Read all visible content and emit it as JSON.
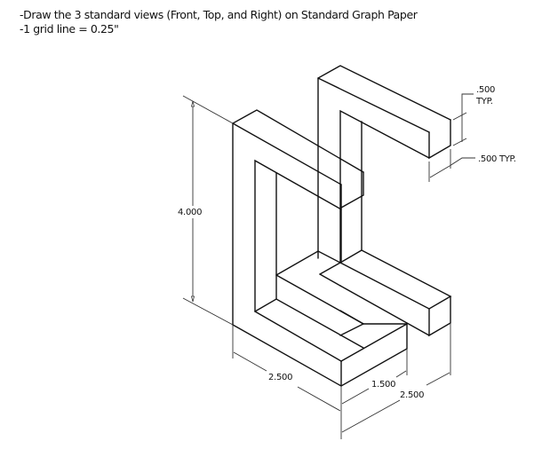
{
  "instructions": {
    "line1": "-Draw the 3 standard views (Front, Top, and Right) on Standard Graph Paper",
    "line2": "-1 grid line = 0.25\""
  },
  "drawing": {
    "type": "isometric-part-drawing",
    "dimensions": {
      "height": "4.000",
      "base_left_width": "2.500",
      "base_front_depth": "1.500",
      "overall_right_depth": "2.500",
      "thickness_vertical": ".500",
      "thickness_vertical_note": "TYP.",
      "thickness_horizontal": ".500 TYP."
    }
  }
}
